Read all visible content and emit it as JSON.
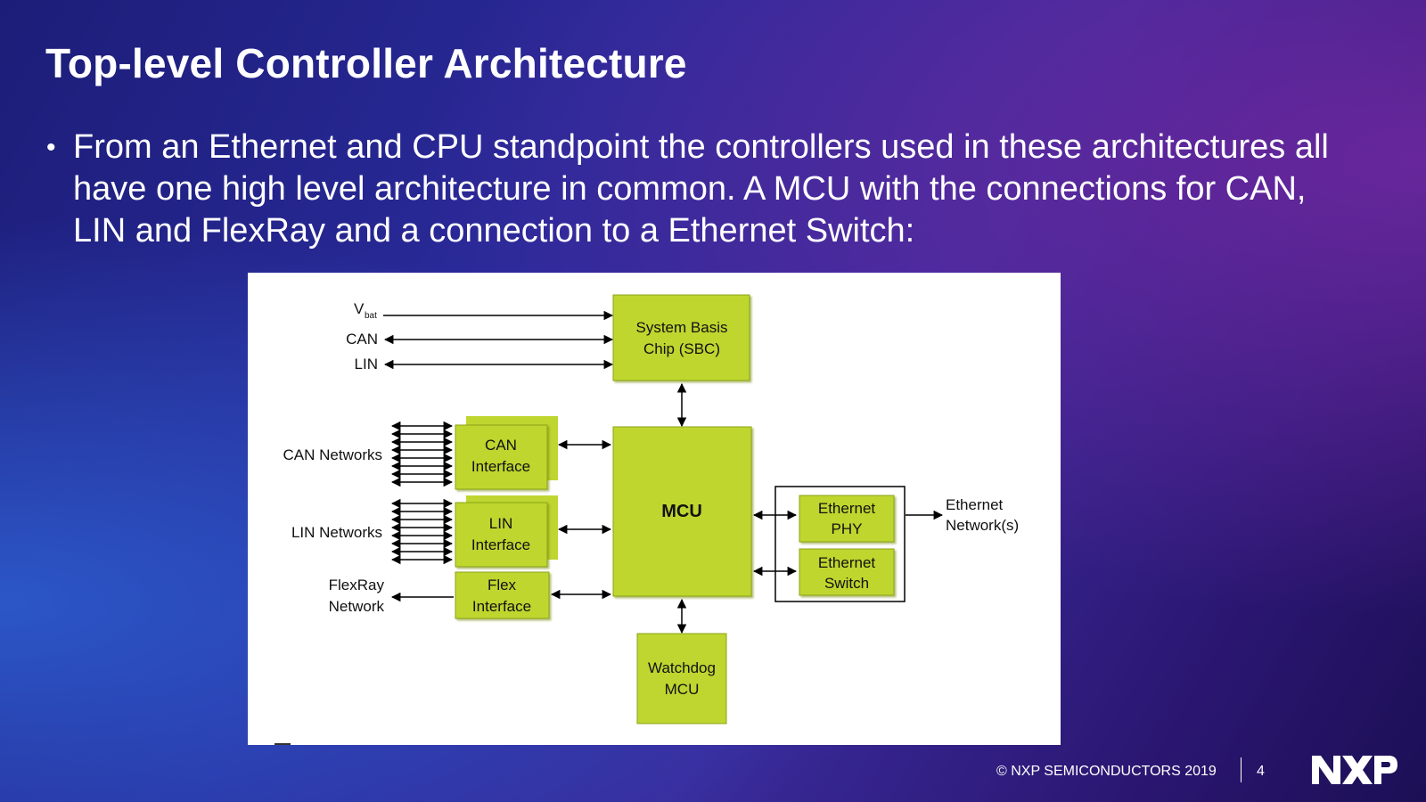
{
  "slide": {
    "title": "Top-level Controller Architecture",
    "bullet": "From an Ethernet and CPU standpoint the controllers used in these architectures all have one high level architecture in common. A MCU with the connections for CAN, LIN and FlexRay and a connection to a Ethernet Switch:"
  },
  "diagram": {
    "inputs": {
      "vbat_v": "V",
      "vbat_sub": "bat",
      "can": "CAN",
      "lin": "LIN"
    },
    "sbc": {
      "line1": "System Basis",
      "line2": "Chip (SBC)"
    },
    "can_interface": {
      "line1": "CAN",
      "line2": "Interface"
    },
    "lin_interface": {
      "line1": "LIN",
      "line2": "Interface"
    },
    "flex_interface": {
      "line1": "Flex",
      "line2": "Interface"
    },
    "mcu": "MCU",
    "watchdog": {
      "line1": "Watchdog",
      "line2": "MCU"
    },
    "eth_phy": {
      "line1": "Ethernet",
      "line2": "PHY"
    },
    "eth_switch": {
      "line1": "Ethernet",
      "line2": "Switch"
    },
    "networks": {
      "can": "CAN Networks",
      "lin": "LIN Networks",
      "flexray_line1": "FlexRay",
      "flexray_line2": "Network",
      "ethernet_line1": "Ethernet",
      "ethernet_line2": "Network(s)"
    },
    "colors": {
      "block_fill": "#bed62f",
      "block_stroke": "#7a8f14"
    }
  },
  "footer": {
    "copyright": "© NXP SEMICONDUCTORS 2019",
    "page_number": "4",
    "logo_text": "NXP"
  }
}
